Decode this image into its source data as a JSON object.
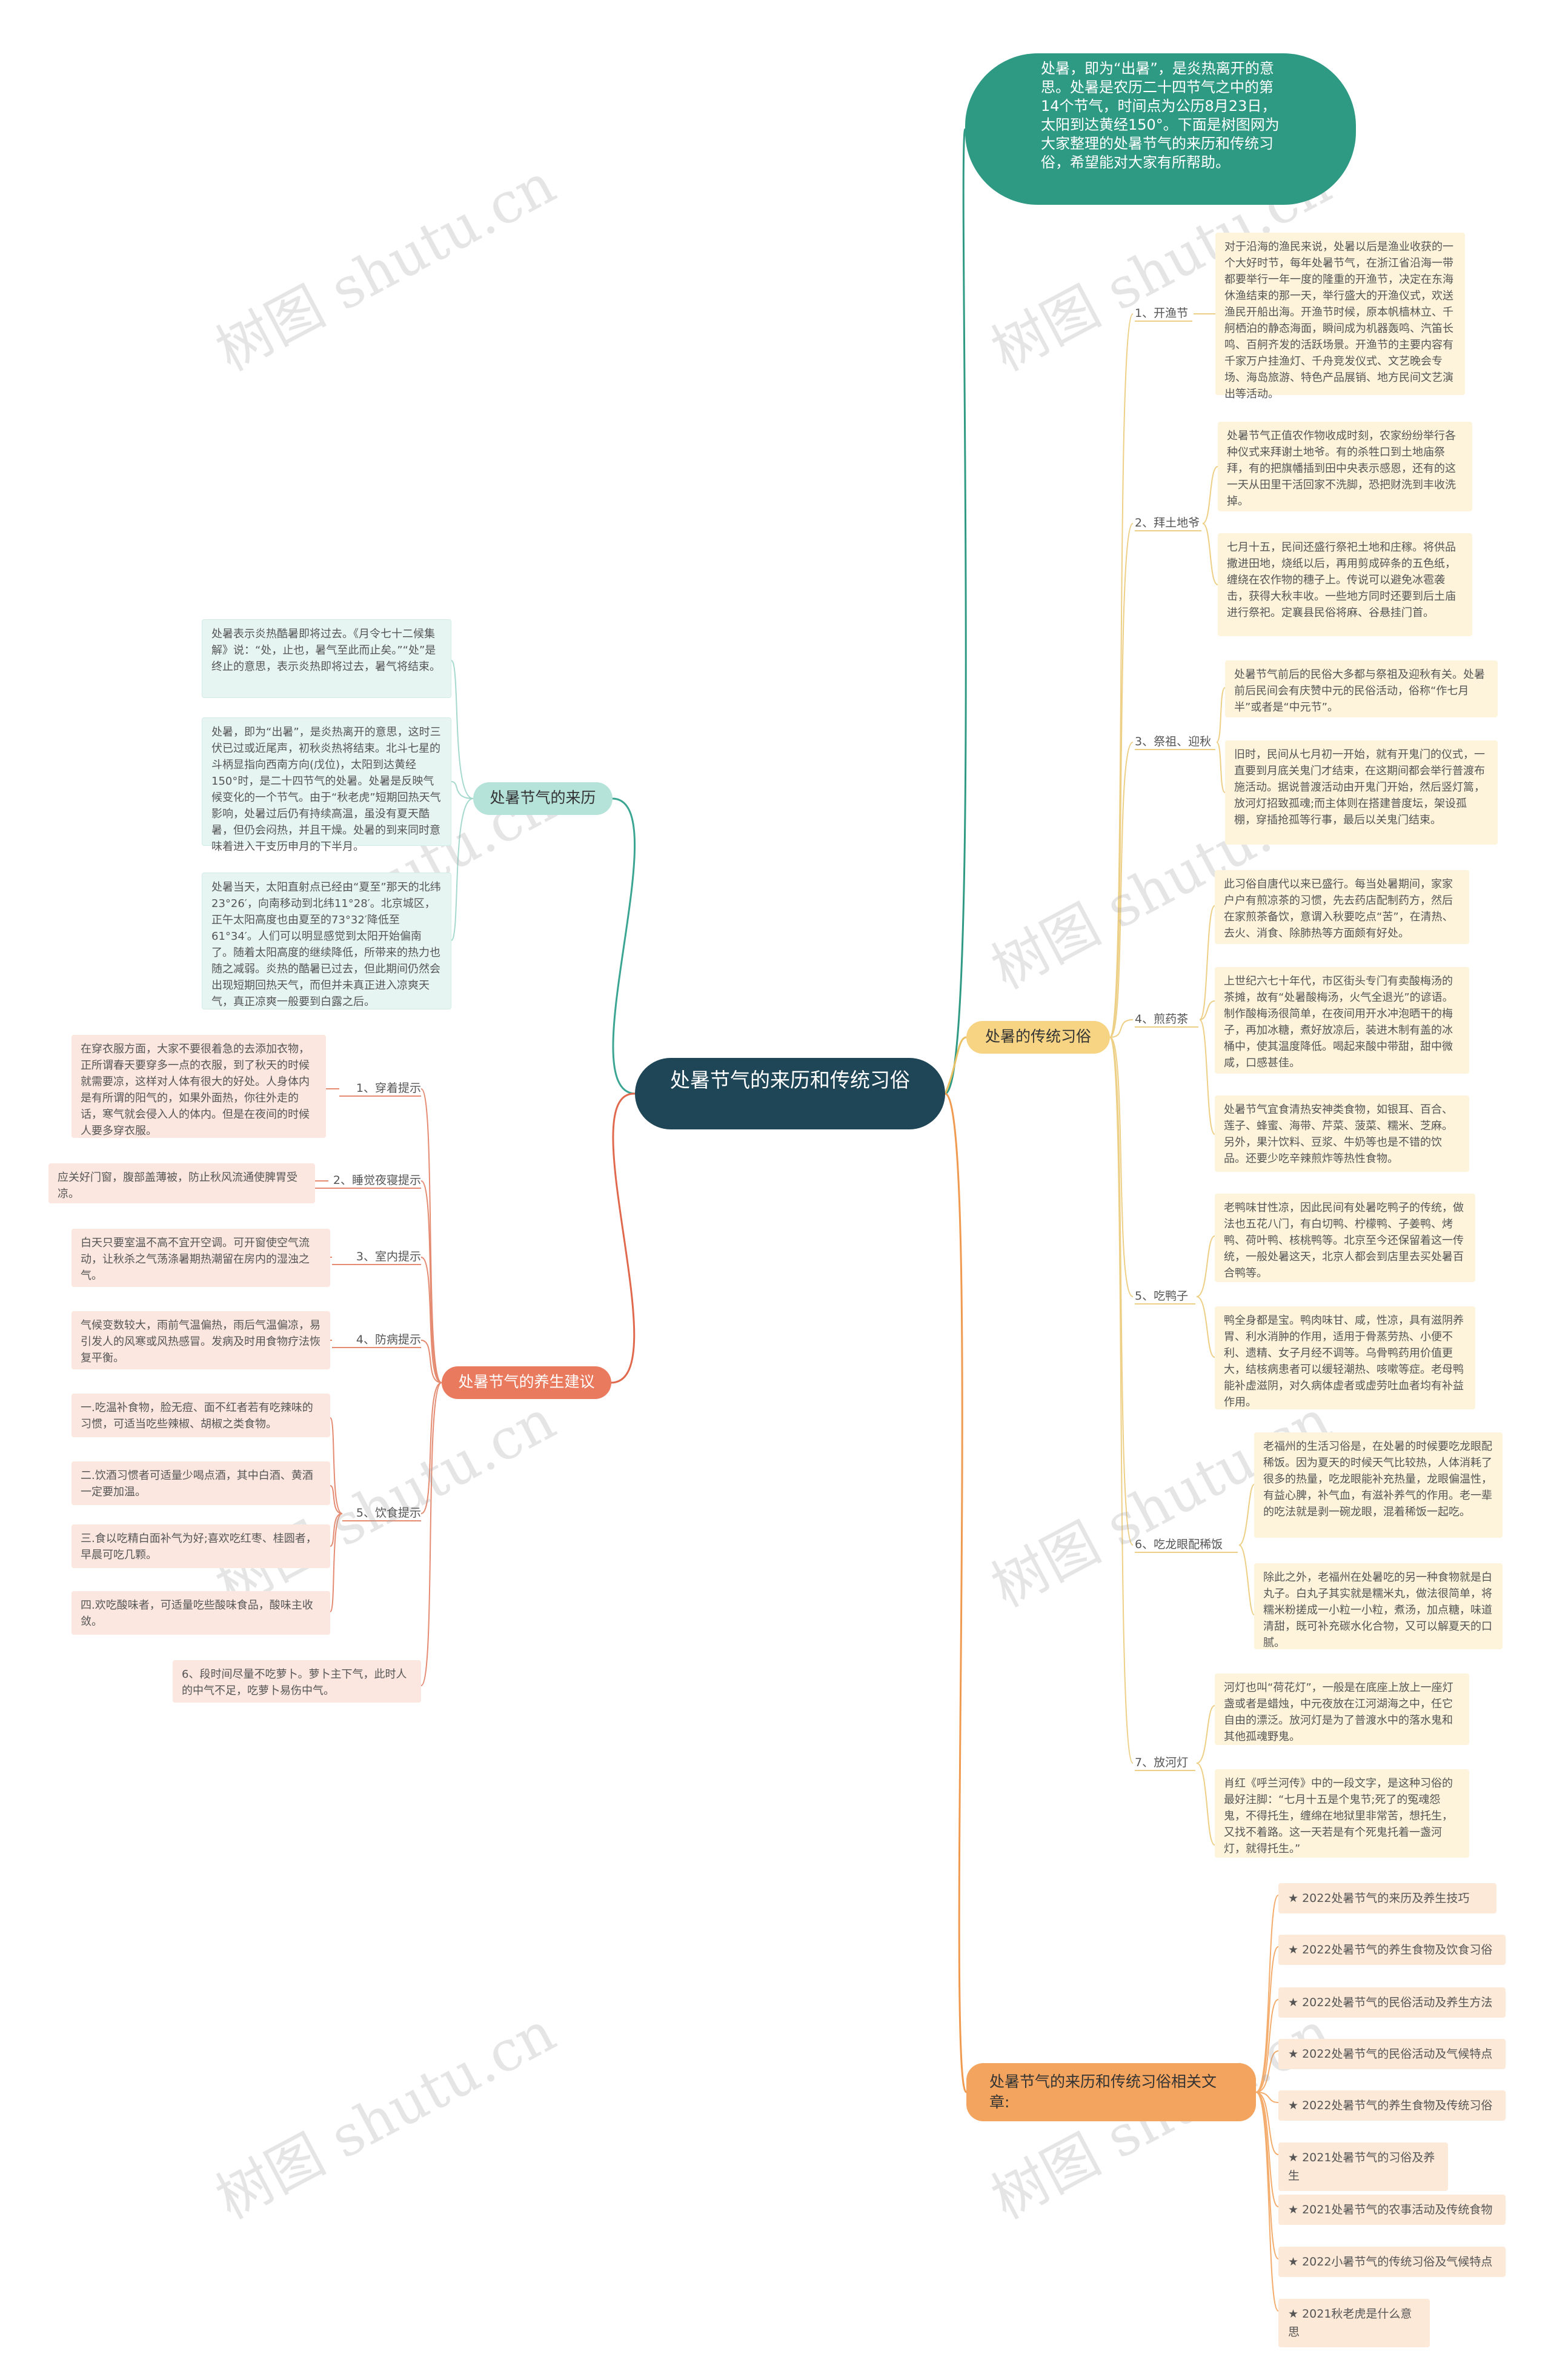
{
  "root": "处暑节气的来历和传统习俗",
  "intro": "处暑，即为“出暑”，是炎热离开的意思。处暑是农历二十四节气之中的第14个节气，时间点为公历8月23日，太阳到达黄经150°。下面是树图网为大家整理的处暑节气的来历和传统习俗，希望能对大家有所帮助。",
  "origin": {
    "title": "处暑节气的来历",
    "items": [
      "处暑表示炎热酷暑即将过去。《月令七十二候集解》说：“处，止也，暑气至此而止矣。”“处”是终止的意思，表示炎热即将过去，暑气将结束。",
      "处暑，即为“出暑”，是炎热离开的意思，这时三伏已过或近尾声，初秋炎热将结束。北斗七星的斗柄显指向西南方向(戊位)，太阳到达黄经150°时，是二十四节气的处暑。处暑是反映气候变化的一个节气。由于“秋老虎”短期回热天气影响，处暑过后仍有持续高温，虽没有夏天酷暑，但仍会闷热，并且干燥。处暑的到来同时意味着进入干支历申月的下半月。",
      "处暑当天，太阳直射点已经由“夏至”那天的北纬23°26′，向南移动到北纬11°28′。北京城区，正午太阳高度也由夏至的73°32′降低至61°34′。人们可以明显感觉到太阳开始偏南了。随着太阳高度的继续降低，所带来的热力也随之减弱。炎热的酷暑已过去，但此期间仍然会出现短期回热天气，而但并未真正进入凉爽天气，真正凉爽一般要到白露之后。"
    ]
  },
  "health": {
    "title": "处暑节气的养生建议",
    "items": [
      {
        "label": "1、穿着提示",
        "boxes": [
          "在穿衣服方面，大家不要很着急的去添加衣物，正所谓春天要穿多一点的衣服，到了秋天的时候就需要凉，这样对人体有很大的好处。人身体内是有所谓的阳气的，如果外面热，你往外走的话，寒气就会侵入人的体内。但是在夜间的时候人要多穿衣服。"
        ]
      },
      {
        "label": "2、睡觉夜寝提示",
        "boxes": [
          "应关好门窗，腹部盖薄被，防止秋风流通使脾胃受凉。"
        ]
      },
      {
        "label": "3、室内提示",
        "boxes": [
          "白天只要室温不高不宜开空调。可开窗使空气流动，让秋杀之气荡涤暑期热潮留在房内的湿浊之气。"
        ]
      },
      {
        "label": "4、防病提示",
        "boxes": [
          "气候变数较大，雨前气温偏热，雨后气温偏凉，易引发人的风寒或风热感冒。发病及时用食物疗法恢复平衡。"
        ]
      },
      {
        "label": "5、饮食提示",
        "boxes": [
          "一.吃温补食物，脸无痘、面不红者若有吃辣味的习惯，可适当吃些辣椒、胡椒之类食物。",
          "二.饮酒习惯者可适量少喝点酒，其中白酒、黄酒一定要加温。",
          "三.食以吃精白面补气为好;喜欢吃红枣、桂圆者，早晨可吃几颗。",
          "四.欢吃酸味者，可适量吃些酸味食品，酸味主收敛。"
        ]
      },
      {
        "label": "",
        "boxes": [
          "6、段时间尽量不吃萝卜。萝卜主下气，此时人的中气不足，吃萝卜易伤中气。"
        ]
      }
    ]
  },
  "customs": {
    "title": "处暑的传统习俗",
    "items": [
      {
        "label": "1、开渔节",
        "boxes": [
          "对于沿海的渔民来说，处暑以后是渔业收获的一个大好时节，每年处暑节气，在浙江省沿海一带都要举行一年一度的隆重的开渔节，决定在东海休渔结束的那一天，举行盛大的开渔仪式，欢送渔民开船出海。开渔节时候，原本帆樯林立、千舸栖泊的静态海面，瞬间成为机器轰鸣、汽笛长鸣、百舸齐发的活跃场景。开渔节的主要内容有千家万户挂渔灯、千舟竞发仪式、文艺晚会专场、海岛旅游、特色产品展销、地方民间文艺演出等活动。"
        ]
      },
      {
        "label": "2、拜土地爷",
        "boxes": [
          "处暑节气正值农作物收成时刻，农家纷纷举行各种仪式来拜谢土地爷。有的杀牲口到土地庙祭拜，有的把旗幡插到田中央表示感恩，还有的这一天从田里干活回家不洗脚，恐把财洗到丰收洗掉。",
          "七月十五，民间还盛行祭祀土地和庄稼。将供品撒进田地，烧纸以后，再用剪成碎条的五色纸，缠绕在农作物的穗子上。传说可以避免冰雹袭击，获得大秋丰收。一些地方同时还要到后土庙进行祭祀。定襄县民俗将麻、谷悬挂门首。"
        ]
      },
      {
        "label": "3、祭祖、迎秋",
        "boxes": [
          "处暑节气前后的民俗大多都与祭祖及迎秋有关。处暑前后民间会有庆赞中元的民俗活动，俗称“作七月半”或者是“中元节”。",
          "旧时，民间从七月初一开始，就有开鬼门的仪式，一直要到月底关鬼门才结束，在这期间都会举行普渡布施活动。据说普渡活动由开鬼门开始，然后竖灯篙，放河灯招致孤魂;而主体则在搭建普度坛，架设孤棚，穿插抢孤等行事，最后以关鬼门结束。"
        ]
      },
      {
        "label": "4、煎药茶",
        "boxes": [
          "此习俗自唐代以来已盛行。每当处暑期间，家家户户有煎凉茶的习惯，先去药店配制药方，然后在家煎茶备饮，意谓入秋要吃点“苦”，在清热、去火、消食、除肺热等方面颇有好处。",
          "上世纪六七十年代，市区街头专门有卖酸梅汤的茶摊，故有“处暑酸梅汤，火气全退光”的谚语。制作酸梅汤很简单，在夜间用开水冲泡晒干的梅子，再加冰糖，煮好放凉后，装进木制有盖的冰桶中，使其温度降低。喝起来酸中带甜，甜中微咸，口感甚佳。",
          "处暑节气宜食清热安神类食物，如银耳、百合、莲子、蜂蜜、海带、芹菜、菠菜、糯米、芝麻。另外，果汁饮料、豆浆、牛奶等也是不错的饮品。还要少吃辛辣煎炸等热性食物。"
        ]
      },
      {
        "label": "5、吃鸭子",
        "boxes": [
          "老鸭味甘性凉，因此民间有处暑吃鸭子的传统，做法也五花八门，有白切鸭、柠檬鸭、子姜鸭、烤鸭、荷叶鸭、核桃鸭等。北京至今还保留着这一传统，一般处暑这天，北京人都会到店里去买处暑百合鸭等。",
          "鸭全身都是宝。鸭肉味甘、咸，性凉，具有滋阴养胃、利水消肿的作用，适用于骨蒸劳热、小便不利、遗精、女子月经不调等。乌骨鸭药用价值更大，结核病患者可以缓轻潮热、咳嗽等症。老母鸭能补虚滋阴，对久病体虚者或虚劳吐血者均有补益作用。"
        ]
      },
      {
        "label": "6、吃龙眼配稀饭",
        "boxes": [
          "老福州的生活习俗是，在处暑的时候要吃龙眼配稀饭。因为夏天的时候天气比较热，人体消耗了很多的热量，吃龙眼能补充热量，龙眼偏温性，有益心脾，补气血，有滋补养气的作用。老一辈的吃法就是剥一碗龙眼，混着稀饭一起吃。",
          "除此之外，老福州在处暑吃的另一种食物就是白丸子。白丸子其实就是糯米丸，做法很简单，将糯米粉搓成一小粒一小粒，煮汤，加点糖，味道清甜，既可补充碳水化合物，又可以解夏天的口腻。"
        ]
      },
      {
        "label": "7、放河灯",
        "boxes": [
          "河灯也叫“荷花灯”，一般是在底座上放上一座灯盏或者是蜡烛，中元夜放在江河湖海之中，任它自由的漂泛。放河灯是为了普渡水中的落水鬼和其他孤魂野鬼。",
          "肖红《呼兰河传》中的一段文字，是这种习俗的最好注脚：“七月十五是个鬼节;死了的冤魂怨鬼，不得托生，缠绵在地狱里非常苦，想托生，又找不着路。这一天若是有个死鬼托着一盏河灯，就得托生。”"
        ]
      }
    ]
  },
  "articles": {
    "title": "处暑节气的来历和传统习俗相关文章:",
    "items": [
      "★ 2022处暑节气的来历及养生技巧",
      "★ 2022处暑节气的养生食物及饮食习俗",
      "★ 2022处暑节气的民俗活动及养生方法",
      "★ 2022处暑节气的民俗活动及气候特点",
      "★ 2022处暑节气的养生食物及传统习俗",
      "★ 2021处暑节气的习俗及养生",
      "★ 2021处暑节气的农事活动及传统食物",
      "★ 2022小暑节气的传统习俗及气候特点",
      "★ 2021秋老虎是什么意思"
    ]
  },
  "watermark": "树图 shutu.cn",
  "colors": {
    "root": "#1f4656",
    "intro": "#2f9a84",
    "origin": "#b5e3da",
    "health": "#e97a5e",
    "customs": "#f6d483",
    "articles": "#f3a45e"
  }
}
